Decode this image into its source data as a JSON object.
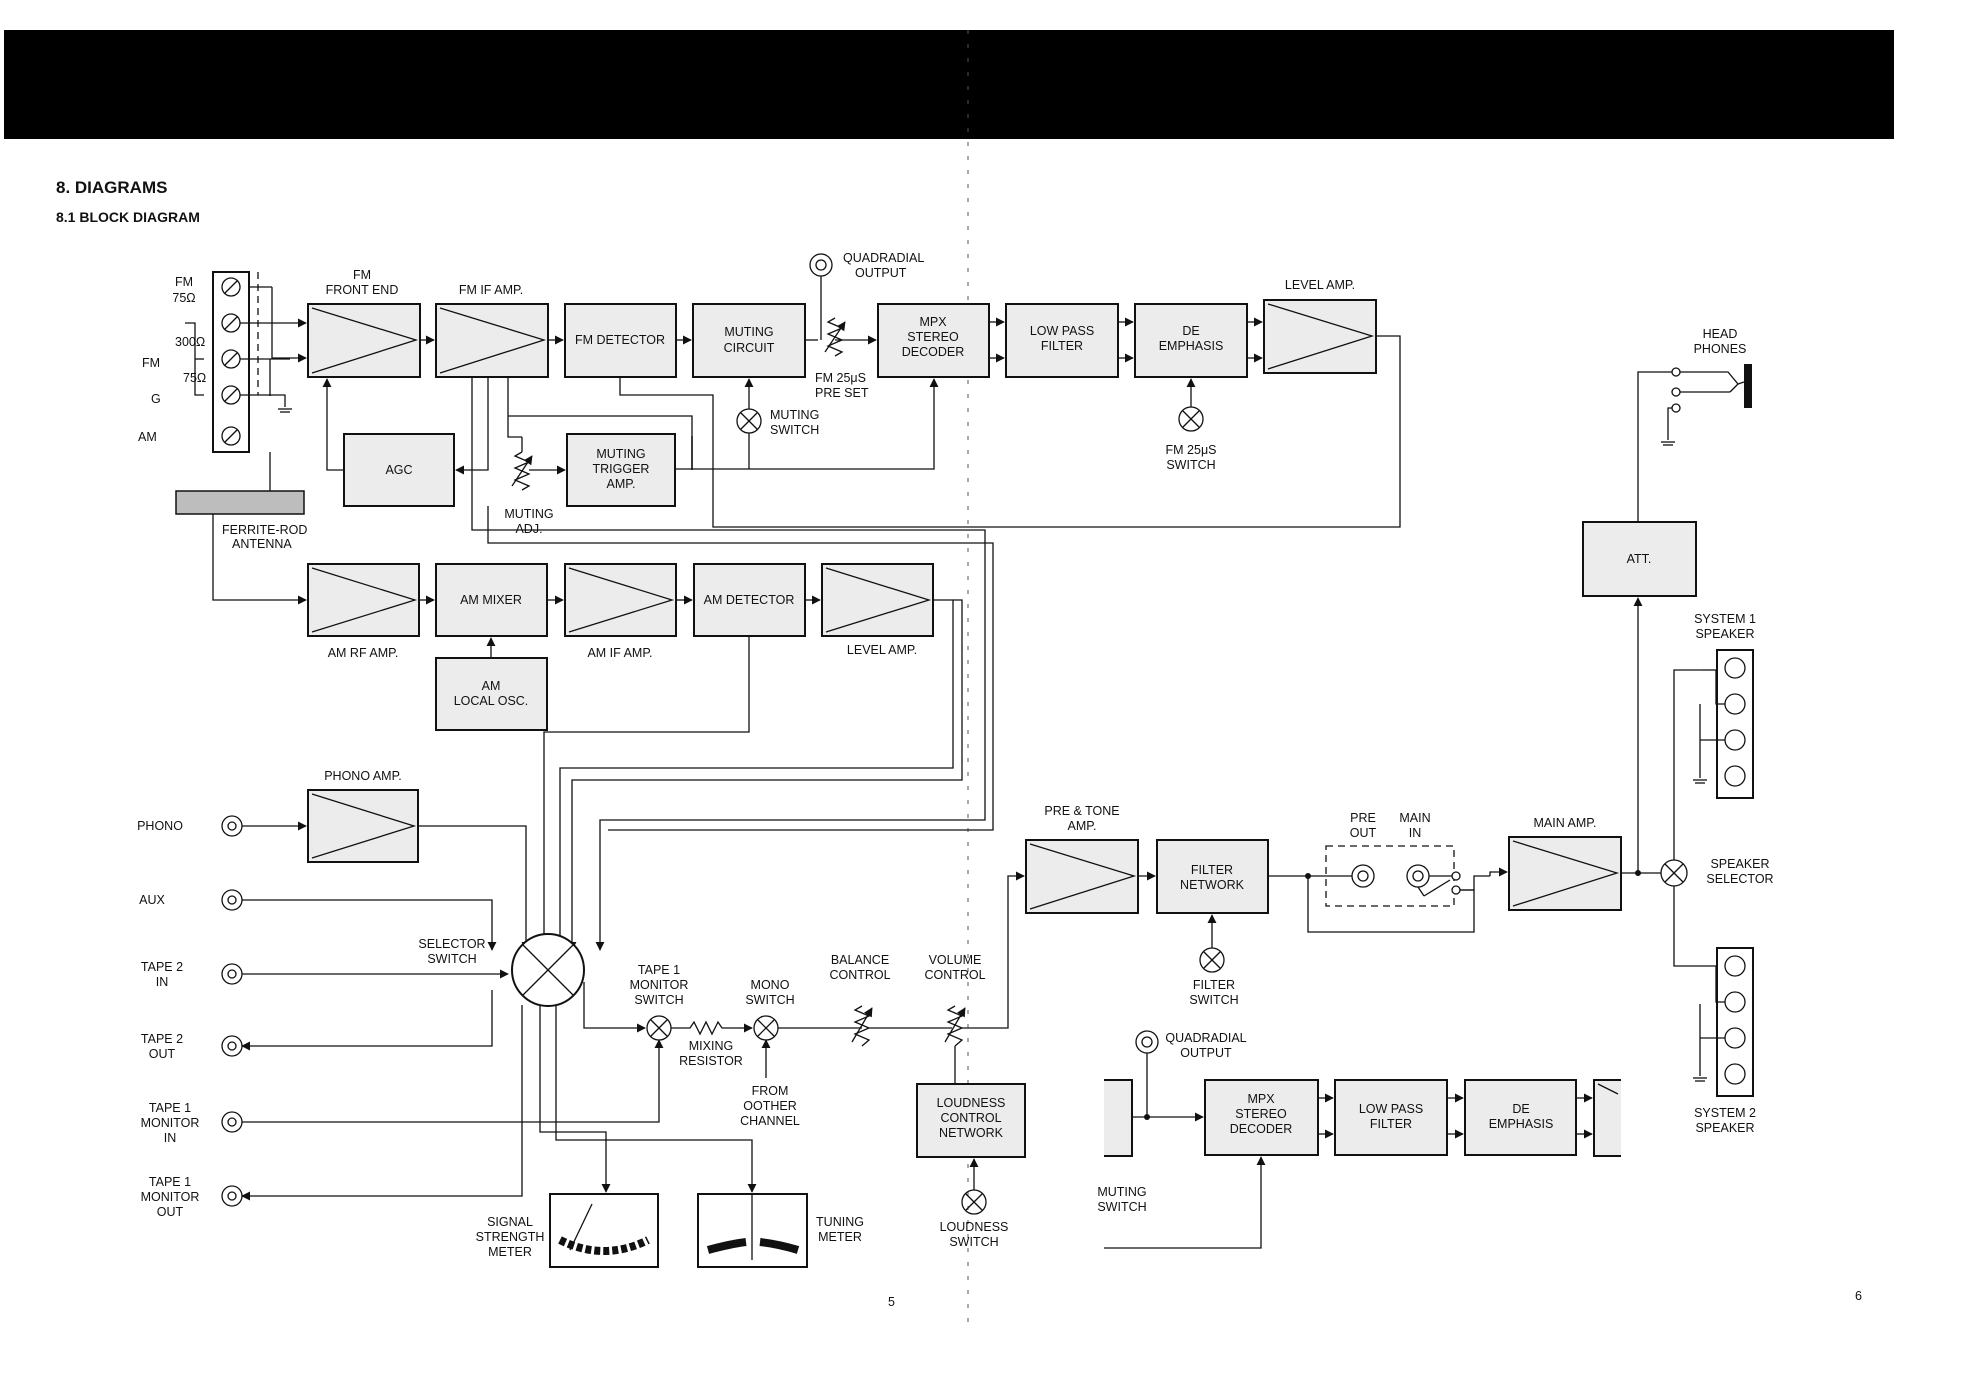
{
  "heading": {
    "section": "8. DIAGRAMS",
    "subsection": "8.1 BLOCK DIAGRAM"
  },
  "page_numbers": {
    "left": "5",
    "right": "6"
  },
  "terminals": {
    "fm75": [
      "FM",
      "75Ω"
    ],
    "ohm300": "300Ω",
    "fm": "FM",
    "ohm75": "75Ω",
    "g": "G",
    "am": "AM",
    "ferrite": [
      "FERRITE-ROD",
      "ANTENNA"
    ]
  },
  "fm_chain": {
    "front_end": [
      "FM",
      "FRONT END"
    ],
    "if_amp": "FM IF AMP.",
    "detector": "FM DETECTOR",
    "muting_circuit": [
      "MUTING",
      "CIRCUIT"
    ],
    "muting_switch": [
      "MUTING",
      "SWITCH"
    ],
    "quadradial": [
      "QUADRADIAL",
      "OUTPUT"
    ],
    "preset": [
      "FM 25μS",
      "PRE SET"
    ],
    "mpx": [
      "MPX",
      "STEREO",
      "DECODER"
    ],
    "lpf": [
      "LOW PASS",
      "FILTER"
    ],
    "deemph": [
      "DE",
      "EMPHASIS"
    ],
    "fm25_switch": [
      "FM 25μS",
      "SWITCH"
    ],
    "level_amp": "LEVEL AMP.",
    "agc": "AGC",
    "muting_adj": [
      "MUTING",
      "ADJ."
    ],
    "muting_trigger": [
      "MUTING",
      "TRIGGER",
      "AMP."
    ]
  },
  "am_chain": {
    "rf_amp": "AM RF AMP.",
    "mixer": "AM MIXER",
    "local_osc": [
      "AM",
      "LOCAL OSC."
    ],
    "if_amp": "AM IF AMP.",
    "detector": "AM DETECTOR",
    "level_amp": "LEVEL AMP."
  },
  "inputs": {
    "phono": "PHONO",
    "phono_amp": "PHONO AMP.",
    "aux": "AUX",
    "tape2_in": [
      "TAPE 2",
      "IN"
    ],
    "tape2_out": [
      "TAPE 2",
      "OUT"
    ],
    "tape1_mon_in": [
      "TAPE 1",
      "MONITOR",
      "IN"
    ],
    "tape1_mon_out": [
      "TAPE 1",
      "MONITOR",
      "OUT"
    ]
  },
  "control": {
    "selector": [
      "SELECTOR",
      "SWITCH"
    ],
    "tape1_monitor": [
      "TAPE 1",
      "MONITOR",
      "SWITCH"
    ],
    "mono": [
      "MONO",
      "SWITCH"
    ],
    "mixing": [
      "MIXING",
      "RESISTOR"
    ],
    "from_other": [
      "FROM",
      "OOTHER",
      "CHANNEL"
    ],
    "balance": [
      "BALANCE",
      "CONTROL"
    ],
    "volume": [
      "VOLUME",
      "CONTROL"
    ],
    "loudness_net": [
      "LOUDNESS",
      "CONTROL",
      "NETWORK"
    ],
    "loudness_sw": [
      "LOUDNESS",
      "SWITCH"
    ],
    "signal_meter": [
      "SIGNAL",
      "STRENGTH",
      "METER"
    ],
    "tuning_meter": [
      "TUNING",
      "METER"
    ]
  },
  "output": {
    "pre_tone": [
      "PRE & TONE",
      "AMP."
    ],
    "filter_net": [
      "FILTER",
      "NETWORK"
    ],
    "filter_sw": [
      "FILTER",
      "SWITCH"
    ],
    "pre_out": [
      "PRE",
      "OUT"
    ],
    "main_in": [
      "MAIN",
      "IN"
    ],
    "main_amp": "MAIN AMP.",
    "att": "ATT.",
    "headphones": [
      "HEAD",
      "PHONES"
    ],
    "system1": [
      "SYSTEM 1",
      "SPEAKER"
    ],
    "speaker_sel": [
      "SPEAKER",
      "SELECTOR"
    ],
    "system2": [
      "SYSTEM 2",
      "SPEAKER"
    ]
  },
  "inset": {
    "quadradial": [
      "QUADRADIAL",
      "OUTPUT"
    ],
    "mpx": [
      "MPX",
      "STEREO",
      "DECODER"
    ],
    "lpf": [
      "LOW PASS",
      "FILTER"
    ],
    "deemph": [
      "DE",
      "EMPHASIS"
    ],
    "muting_sw": [
      "MUTING",
      "SWITCH"
    ]
  }
}
